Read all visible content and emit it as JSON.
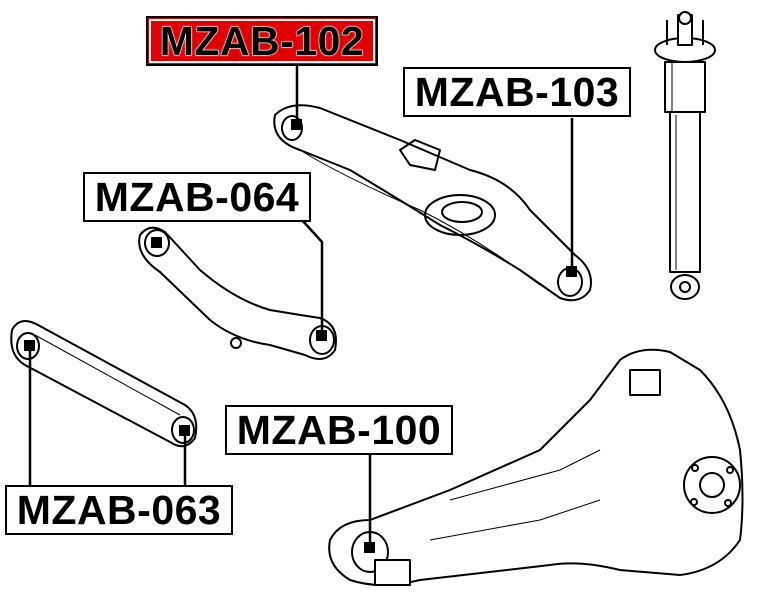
{
  "labels": {
    "mzab_102": "MZAB-102",
    "mzab_103": "MZAB-103",
    "mzab_064": "MZAB-064",
    "mzab_063": "MZAB-063",
    "mzab_100": "MZAB-100"
  },
  "highlight_color": "#e00000"
}
